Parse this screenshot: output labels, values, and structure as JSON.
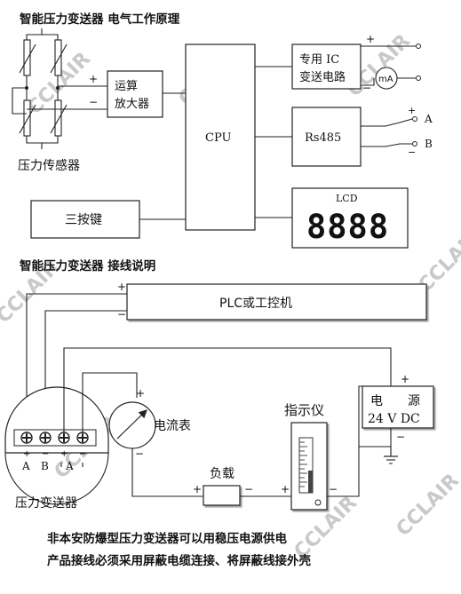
{
  "title1": "智能压力变送器  电气工作原理",
  "title2": "智能压力变送器  接线说明",
  "blocks": {
    "sensor": "压力传感器",
    "amp_line1": "运算",
    "amp_line2": "放大器",
    "cpu": "CPU",
    "ic_line1": "专用 IC",
    "ic_line2": "变送电路",
    "ma": "mA",
    "rs485": "Rs485",
    "lcd": "LCD",
    "lcd_digits": "8888",
    "keys": "三按键",
    "plc": "PLC或工控机",
    "ammeter": "电流表",
    "indicator": "指示仪",
    "load": "负载",
    "power_line1": "电　　源",
    "power_line2": "24 V DC",
    "transmitter": "压力变送器"
  },
  "terminals": [
    "A",
    "B",
    "A",
    "A",
    "B"
  ],
  "symbols": {
    "plus": "+",
    "minus": "−"
  },
  "notes": [
    "非本安防爆型压力变送器可以用稳压电源供电",
    "产品接线必须采用屏蔽电缆连接、将屏蔽线接外壳"
  ],
  "watermark": "CCLAIR"
}
